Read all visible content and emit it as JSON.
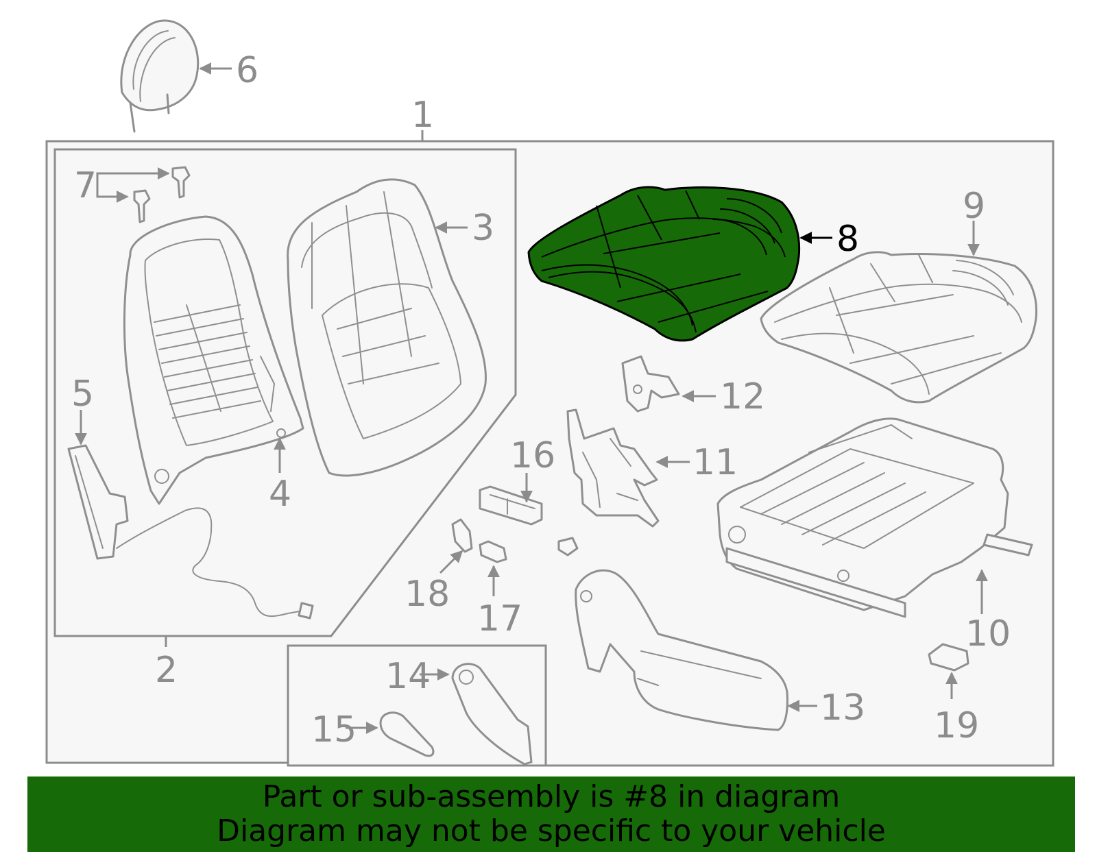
{
  "banner": {
    "line1": "Part or sub-assembly is #8 in diagram",
    "line2": "Diagram may not be specific to your vehicle",
    "background_color": "#166b08",
    "text_color": "#000000"
  },
  "highlight": {
    "part_number": "8",
    "fill_color": "#166b08"
  },
  "callouts": {
    "c1": "1",
    "c2": "2",
    "c3": "3",
    "c4": "4",
    "c5": "5",
    "c6": "6",
    "c7": "7",
    "c8": "8",
    "c9": "9",
    "c10": "10",
    "c11": "11",
    "c12": "12",
    "c13": "13",
    "c14": "14",
    "c15": "15",
    "c16": "16",
    "c17": "17",
    "c18": "18",
    "c19": "19"
  }
}
